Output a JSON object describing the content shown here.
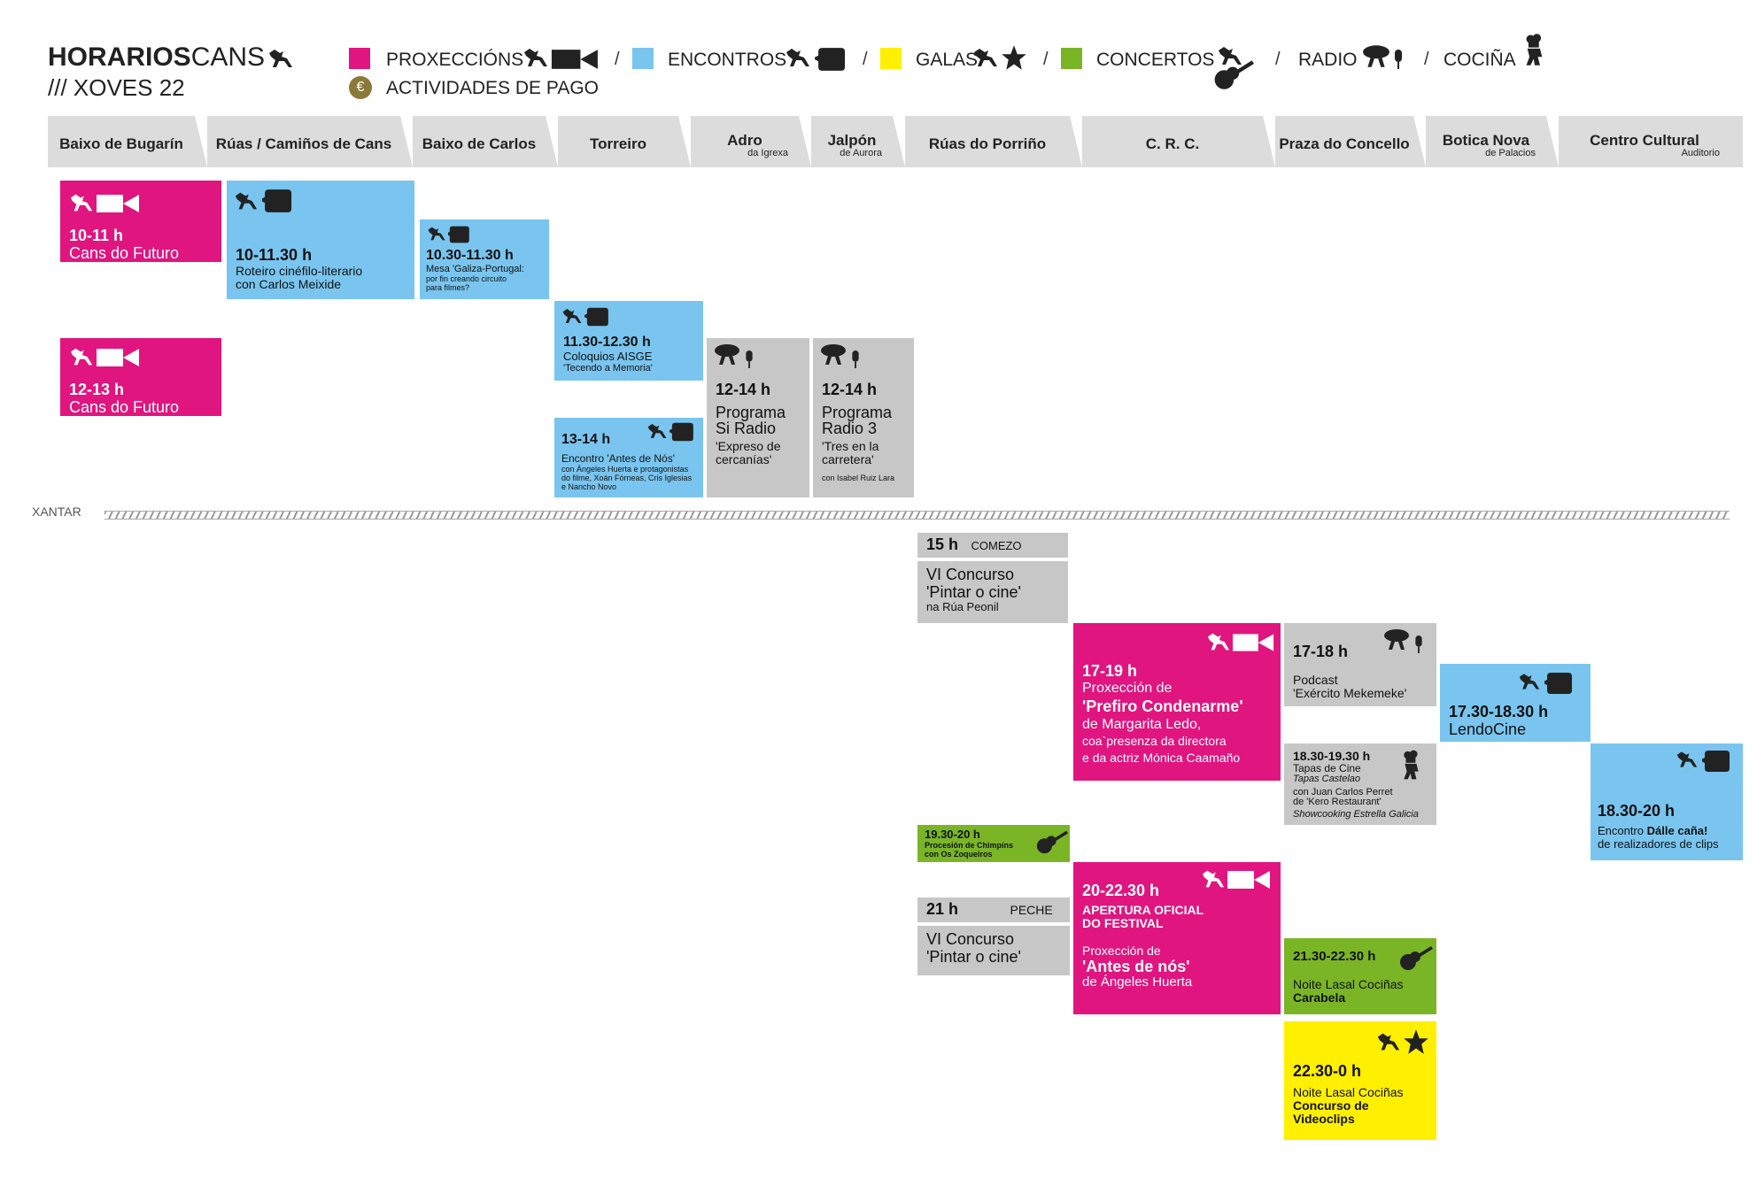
{
  "header": {
    "title_bold": "HORARIOS",
    "title_light": "CANS",
    "subtitle": "/// XOVES 22"
  },
  "legend": {
    "proxeccions": "PROXECCIÓNS",
    "encontros": "ENCONTROS",
    "galas": "GALAS",
    "concertos": "CONCERTOS",
    "radio": "RADIO",
    "cocina": "COCIÑA",
    "pago": "ACTIVIDADES DE PAGO",
    "separator": "/",
    "euro": "€"
  },
  "colors": {
    "proxeccions": "#e0157f",
    "encontros": "#79c5ef",
    "galas": "#ffef00",
    "concertos": "#7ab526",
    "grey": "#c7c7c7",
    "pago": "#8a7a3a"
  },
  "venues": [
    {
      "name": "Baixo de Bugarín",
      "sub": ""
    },
    {
      "name": "Rúas / Camiños de Cans",
      "sub": ""
    },
    {
      "name": "Baixo de Carlos",
      "sub": ""
    },
    {
      "name": "Torreiro",
      "sub": ""
    },
    {
      "name": "Adro",
      "sub": "da Igrexa"
    },
    {
      "name": "Jalpón",
      "sub": "de Aurora"
    },
    {
      "name": "Rúas do Porriño",
      "sub": ""
    },
    {
      "name": "C. R. C.",
      "sub": ""
    },
    {
      "name": "Praza do Concello",
      "sub": ""
    },
    {
      "name": "Botica Nova",
      "sub": "de Palacios"
    },
    {
      "name": "Centro Cultural",
      "sub": "Auditorio"
    }
  ],
  "xantar": "XANTAR",
  "events": {
    "e1": {
      "time": "10-11 h",
      "l1": "Cans do Futuro"
    },
    "e2": {
      "time": "12-13 h",
      "l1": "Cans do Futuro"
    },
    "e3": {
      "time": "10-11.30 h",
      "l1": "Roteiro cinéfilo-literario",
      "l2": "con Carlos Meixide"
    },
    "e4": {
      "time": "10.30-11.30 h",
      "l1": "Mesa 'Galiza-Portugal:",
      "l2": "por fin creando circuito",
      "l3": "para filmes?"
    },
    "e5": {
      "time": "11.30-12.30 h",
      "l1": "Coloquios AISGE",
      "l2": "'Tecendo a Memoria'"
    },
    "e6": {
      "time": "13-14 h",
      "l1": "Encontro 'Antes de Nós'",
      "l2": "con Ángeles Huerta e protagonistas",
      "l3": "do filme, Xoán Fórneas, Cris Iglesias",
      "l4": "e Nancho Novo"
    },
    "e7": {
      "time": "12-14 h",
      "l1": "Programa",
      "l2": "Si Radio",
      "l3": "'Expreso de",
      "l4": "cercanías'"
    },
    "e8": {
      "time": "12-14 h",
      "l1": "Programa",
      "l2": "Radio 3",
      "l3": "'Tres en la",
      "l4": "carretera'",
      "l5": "con Isabel Ruiz Lara"
    },
    "e9": {
      "time": "15 h",
      "tag": "COMEZO",
      "l1": "VI Concurso",
      "l2": "'Pintar o cine'",
      "l3": "na Rúa Peonil"
    },
    "e10": {
      "time": "17-19 h",
      "l1": "Proxección de",
      "l2": "'Prefiro Condenarme'",
      "l3": "de Margarita Ledo,",
      "l4": "coa`presenza da directora",
      "l5": "e da actriz Mónica Caamaño"
    },
    "e11": {
      "time": "17-18 h",
      "l1": "Podcast",
      "l2": "'Exército Mekemeke'"
    },
    "e12": {
      "time": "17.30-18.30 h",
      "l1": "LendoCine"
    },
    "e13": {
      "time": "18.30-19.30 h",
      "l1": "Tapas de Cine",
      "l2": "Tapas Castelao",
      "l3": "con Juan Carlos Perret",
      "l4": "de 'Kero Restaurant'",
      "l5": "Showcooking Estrella Galicia"
    },
    "e14": {
      "time": "18.30-20 h",
      "l1": "Encontro",
      "l1b": "Dálle caña!",
      "l2": "de realizadores de clips"
    },
    "e15": {
      "time": "19.30-20 h",
      "l1": "Procesión de Chimpíns",
      "l2": "con Os Zoqueiros"
    },
    "e16": {
      "time": "21 h",
      "tag": "PECHE",
      "l1": "VI Concurso",
      "l2": "'Pintar o cine'"
    },
    "e17": {
      "time": "20-22.30 h",
      "l1": "APERTURA OFICIAL",
      "l2": "DO FESTIVAL",
      "l3": "Proxección de",
      "l4": "'Antes de nós'",
      "l5": "de Ángeles Huerta"
    },
    "e18": {
      "time": "21.30-22.30 h",
      "l1": "Noite Lasal Cociñas",
      "l2": "Carabela"
    },
    "e19": {
      "time": "22.30-0 h",
      "l1": "Noite Lasal Cociñas",
      "l2": "Concurso de",
      "l3": "Videoclips"
    }
  }
}
